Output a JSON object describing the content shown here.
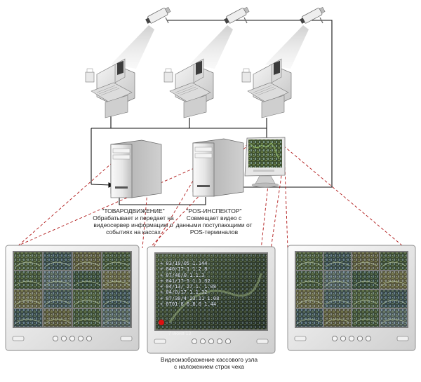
{
  "labels": {
    "server_a": [
      "\"ТОВАРОДВИЖЕНИЕ\"",
      "Обрабатывает и передает на",
      "видеосервер информацию о",
      "событиях на кассах"
    ],
    "server_b": [
      "\"POS-ИНСПЕКТОР\"",
      "Совмещает видео с",
      "данными поступающими от",
      "POS-терминалов"
    ],
    "monitor_caption": [
      "Видеоизображение кассового узла",
      "с наложением строк чека"
    ]
  },
  "overlay": {
    "receipt_lines": [
      "+ 03/10/05 1.144",
      "+ 040/17-1 1.2.8",
      "+ 07/46/0   1.1.3",
      "+ 041/17-5 1.1.32",
      "+ 04/13/ 27.1. 1.08",
      "+ 04/0/17 1.1.32",
      "+ 07/30/4 23.11 1.08",
      "+ 0701-8 6.8.0 1.44"
    ],
    "timestamp": "7 июня 12"
  },
  "icons": [
    "camera-icon",
    "pos-terminal-icon",
    "server-tower-icon",
    "lcd-monitor-icon",
    "cctv-monitor-icon",
    "record-icon"
  ],
  "colors": {
    "wire": "#111111",
    "link": "#b01818",
    "beam": "#d8d8d8",
    "bezel": "#dcdcdc",
    "screen": "#1e2a24"
  }
}
